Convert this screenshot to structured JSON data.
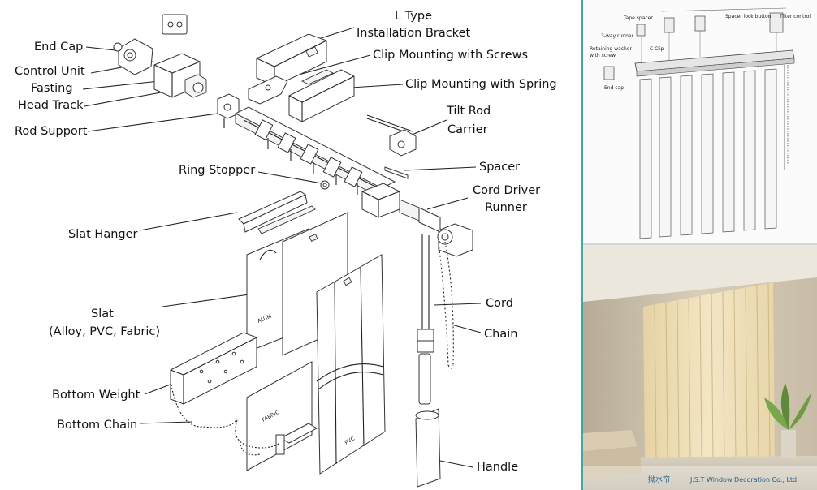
{
  "labels": {
    "end_cap": "End Cap",
    "control_unit": "Control Unit",
    "fasting": "Fasting",
    "head_track": "Head Track",
    "rod_support": "Rod Support",
    "l_type_1": "L Type",
    "l_type_2": "Installation Bracket",
    "clip_screws": "Clip Mounting with Screws",
    "clip_spring": "Clip Mounting with Spring",
    "tilt_rod_1": "Tilt Rod",
    "tilt_rod_2": "Carrier",
    "ring_stopper": "Ring Stopper",
    "spacer": "Spacer",
    "cord_driver_1": "Cord Driver",
    "cord_driver_2": "Runner",
    "slat_hanger": "Slat Hanger",
    "slat_1": "Slat",
    "slat_2": "(Alloy, PVC, Fabric)",
    "cord": "Cord",
    "chain": "Chain",
    "bottom_weight": "Bottom Weight",
    "bottom_chain": "Bottom Chain",
    "handle": "Handle"
  },
  "part_marks": {
    "alum": "ALUM",
    "fabric": "FABRIC",
    "pvc": "PVC"
  },
  "reference_labels": {
    "tape_spacer": "Tape spacer",
    "spacer_lock": "Spacer lock button",
    "tilter_control": "Tilter control",
    "three_way_runner": "3-way runner",
    "retaining_washer_1": "Retaining washer",
    "retaining_washer_2": "with screw",
    "c_clip": "C Clip",
    "end_cap": "End cap"
  },
  "watermark": {
    "brand_cn": "拗水帘",
    "company": "J.S.T Window Decoration Co., Ltd"
  }
}
